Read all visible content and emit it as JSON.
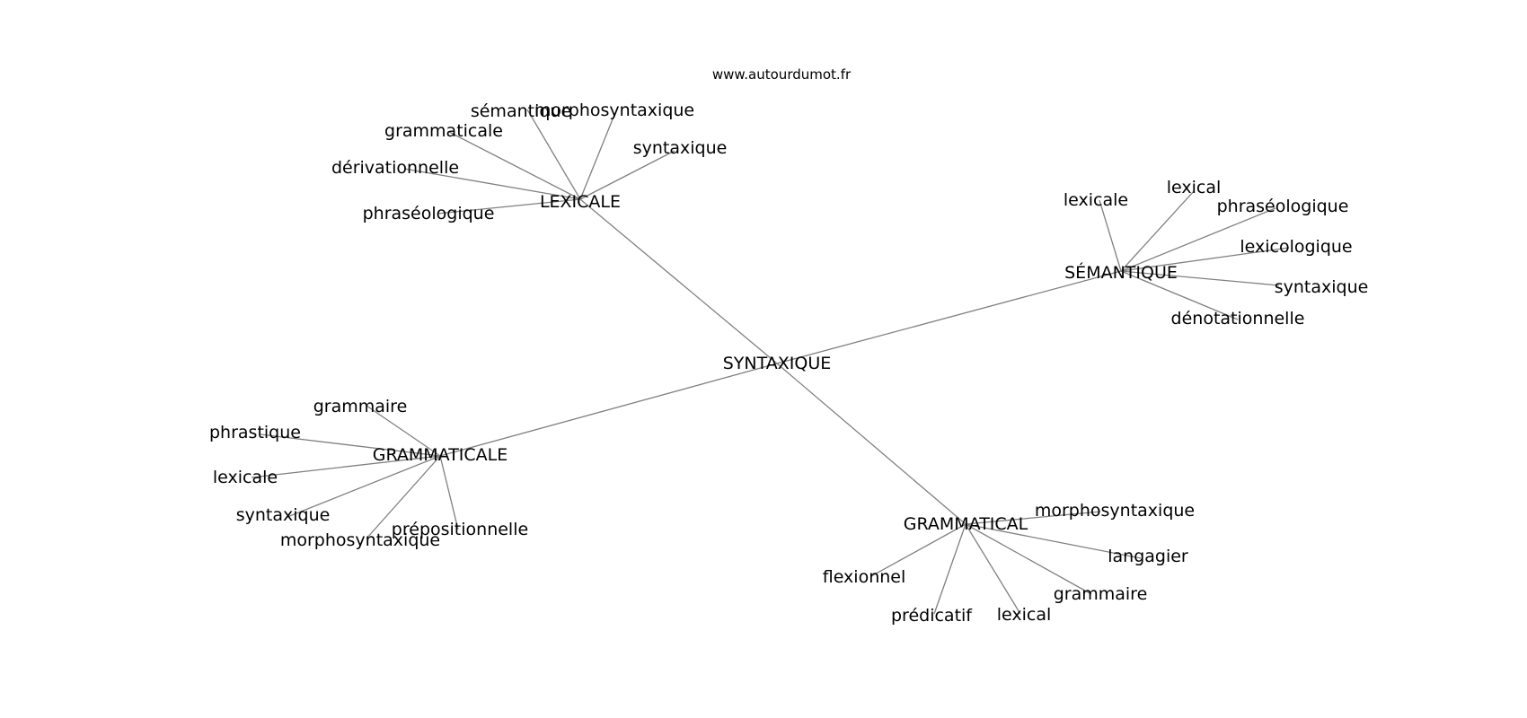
{
  "source": "www.autourdumot.fr",
  "center": "SYNTAXIQUE",
  "clusters": [
    {
      "hub": "LEXICALE",
      "leaves": [
        "sémantique",
        "morphosyntaxique",
        "grammaticale",
        "syntaxique",
        "dérivationnelle",
        "phraséologique"
      ]
    },
    {
      "hub": "SÉMANTIQUE",
      "leaves": [
        "lexical",
        "lexicale",
        "phraséologique",
        "lexicologique",
        "syntaxique",
        "dénotationnelle"
      ]
    },
    {
      "hub": "GRAMMATICALE",
      "leaves": [
        "grammaire",
        "phrastique",
        "lexicale",
        "syntaxique",
        "prépositionnelle",
        "morphosyntaxique"
      ]
    },
    {
      "hub": "GRAMMATICAL",
      "leaves": [
        "morphosyntaxique",
        "langagier",
        "flexionnel",
        "grammaire",
        "prédicatif",
        "lexical"
      ]
    }
  ]
}
